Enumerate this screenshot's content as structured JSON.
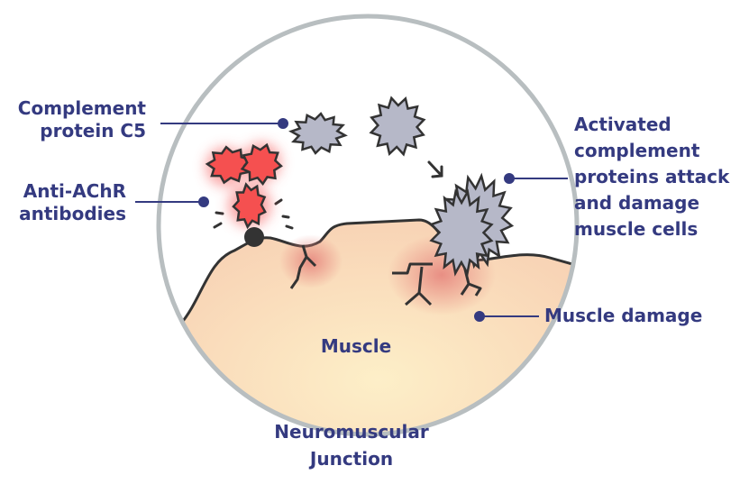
{
  "labels": {
    "complement_c5": [
      "Complement",
      "protein C5"
    ],
    "antibodies": [
      "Anti-AChR",
      "antibodies"
    ],
    "activated": [
      "Activated",
      "complement",
      "proteins attack",
      "and damage",
      "muscle cells"
    ],
    "muscle_damage": "Muscle damage",
    "muscle": "Muscle",
    "junction": [
      "Neuromuscular",
      "Junction"
    ]
  },
  "colors": {
    "label": "#343a80",
    "circle": "#b8bec0",
    "muscle": "#fbe3c4",
    "antibody": "#f55050",
    "complement": "#b6b8c8",
    "damage": "#e88a80"
  }
}
